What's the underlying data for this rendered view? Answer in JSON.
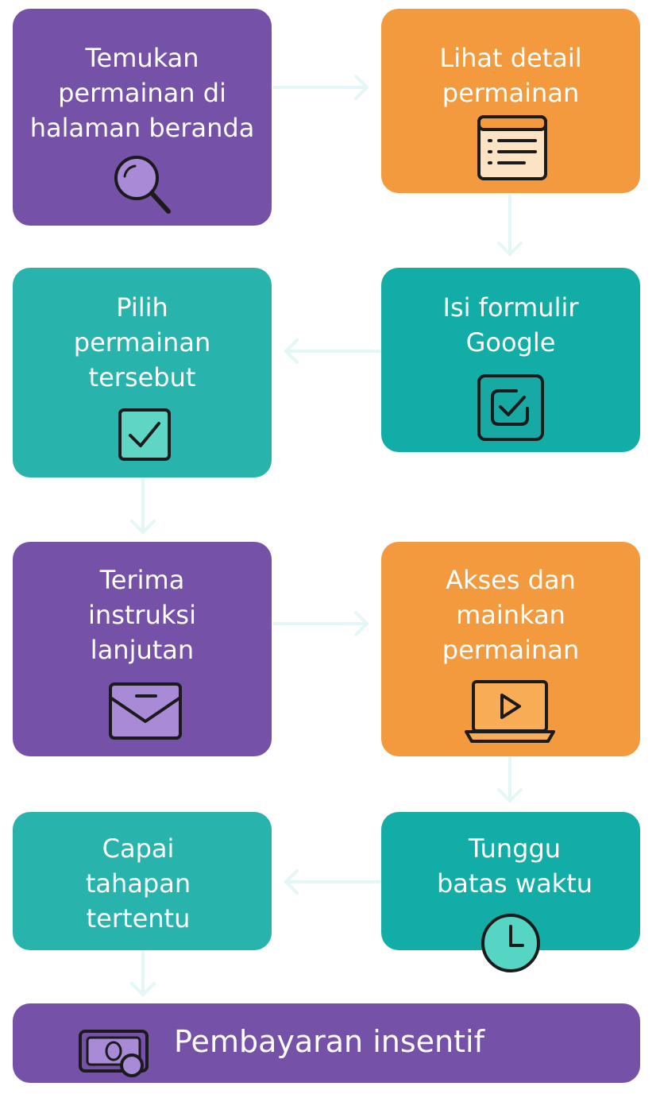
{
  "steps": [
    {
      "id": "find-game",
      "text": "Temukan\npermainan di\nhalaman beranda",
      "icon": "magnifier-icon"
    },
    {
      "id": "view-details",
      "text": "Lihat detail\npermainan",
      "icon": "document-list-icon"
    },
    {
      "id": "choose-game",
      "text": "Pilih\npermainan\ntersebut",
      "icon": "checkbox-icon"
    },
    {
      "id": "fill-form",
      "text": "Isi formulir\nGoogle",
      "icon": "form-check-icon"
    },
    {
      "id": "receive-instructions",
      "text": "Terima\ninstruksi\nlanjutan",
      "icon": "envelope-icon"
    },
    {
      "id": "play-game",
      "text": "Akses dan\nmainkan\npermainan",
      "icon": "laptop-play-icon"
    },
    {
      "id": "reach-milestone",
      "text": "Capai\ntahapan\ntertentu",
      "icon": ""
    },
    {
      "id": "wait-deadline",
      "text": "Tunggu\nbatas waktu",
      "icon": "clock-icon"
    }
  ],
  "final": {
    "text": "Pembayaran insentif",
    "icon": "money-icon"
  },
  "colors": {
    "purple": "#7552a8",
    "orange": "#f39a3e",
    "teal": "#13ada7",
    "arrow": "#e6f7f7"
  }
}
